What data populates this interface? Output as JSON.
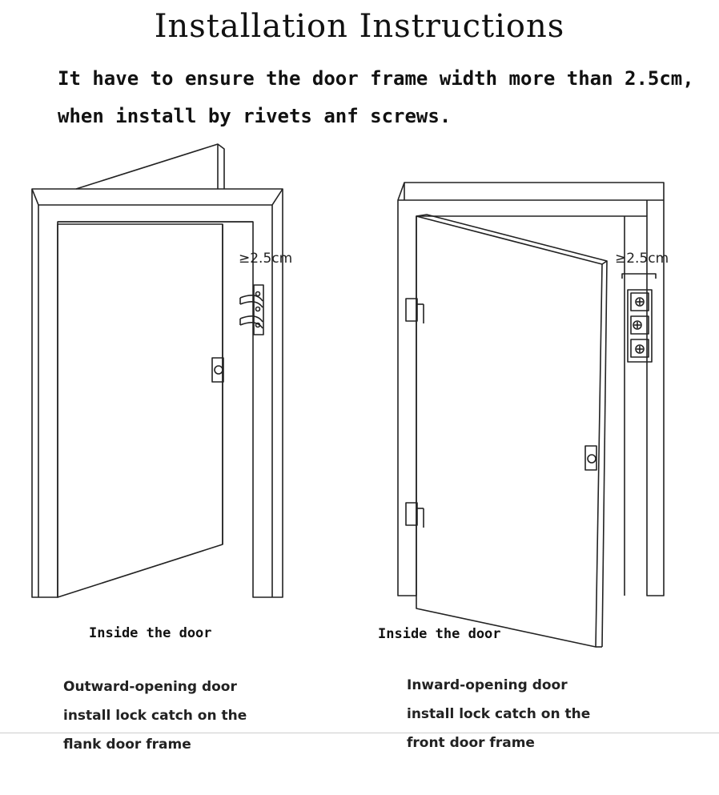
{
  "title": "Installation Instructions",
  "note": {
    "line1": "It have to ensure the door frame width more than 2.5cm,",
    "line2": "when install by rivets anf screws."
  },
  "left_panel": {
    "measure": "≥2.5cm",
    "caption": "Inside the door",
    "desc": [
      "Outward-opening door",
      "install lock catch on the",
      "flank door frame"
    ]
  },
  "right_panel": {
    "measure": "≥2.5cm",
    "caption": "Inside the door",
    "desc": [
      "Inward-opening door",
      "install lock catch on the",
      "front door frame"
    ]
  },
  "icons": [
    "left-door-drawing",
    "right-door-drawing",
    "lock-catch-icon",
    "screw-icon"
  ]
}
